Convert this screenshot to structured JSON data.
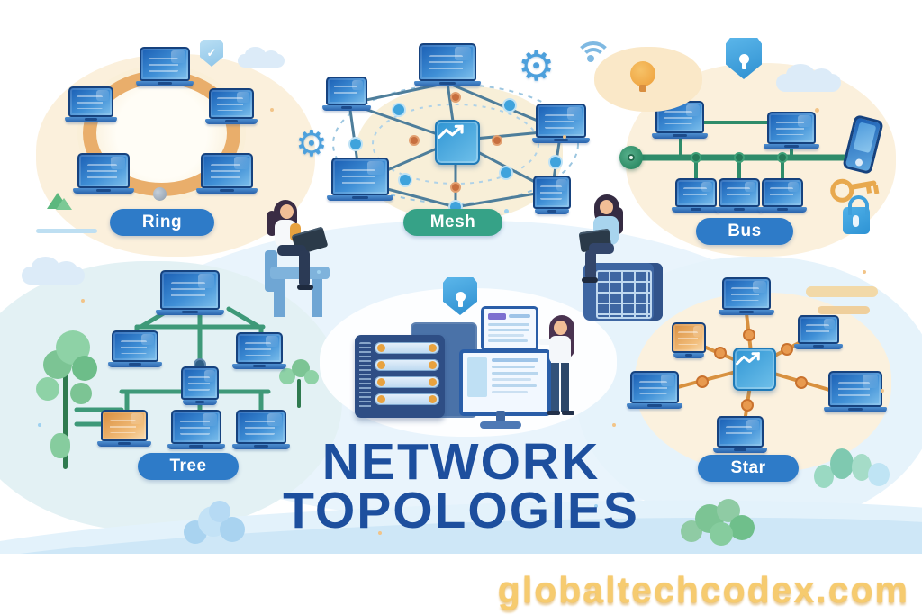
{
  "title": {
    "line1": "NETWORK",
    "line2": "TOPOLOGIES",
    "color": "#1D4F9E"
  },
  "watermark": {
    "text": "globaltechcodex.com",
    "color": "#F6CB6F"
  },
  "sections": {
    "ring": {
      "label": "Ring",
      "pill_color": "#2E7BC8",
      "pill_text_color": "#FFFFFF",
      "accent": "#E9AE6B",
      "device_count": 5
    },
    "mesh": {
      "label": "Mesh",
      "pill_color": "#36A287",
      "pill_text_color": "#FFFFFF",
      "accent": "#4E7E9B",
      "device_count": 6
    },
    "bus": {
      "label": "Bus",
      "pill_color": "#2E7BC8",
      "pill_text_color": "#FFFFFF",
      "accent": "#2F8C6A",
      "device_count": 6
    },
    "tree": {
      "label": "Tree",
      "pill_color": "#2E7BC8",
      "pill_text_color": "#FFFFFF",
      "accent": "#3E9978",
      "device_count": 7
    },
    "star": {
      "label": "Star",
      "pill_color": "#2E7BC8",
      "pill_text_color": "#FFFFFF",
      "accent": "#D8913F",
      "device_count": 7
    }
  },
  "glyphs": {
    "gear": "⚙"
  },
  "palette": {
    "laptop_screen": "#3F8FD6",
    "laptop_border": "#16427E",
    "hub_blue": "#35A0DC",
    "blob_cream": "#FBF0DC",
    "blob_blue": "#E9F4FC",
    "ground_wave": "#CEE7F7",
    "title_blue": "#1D4F9E",
    "watermark_gold": "#F6CB6F"
  }
}
